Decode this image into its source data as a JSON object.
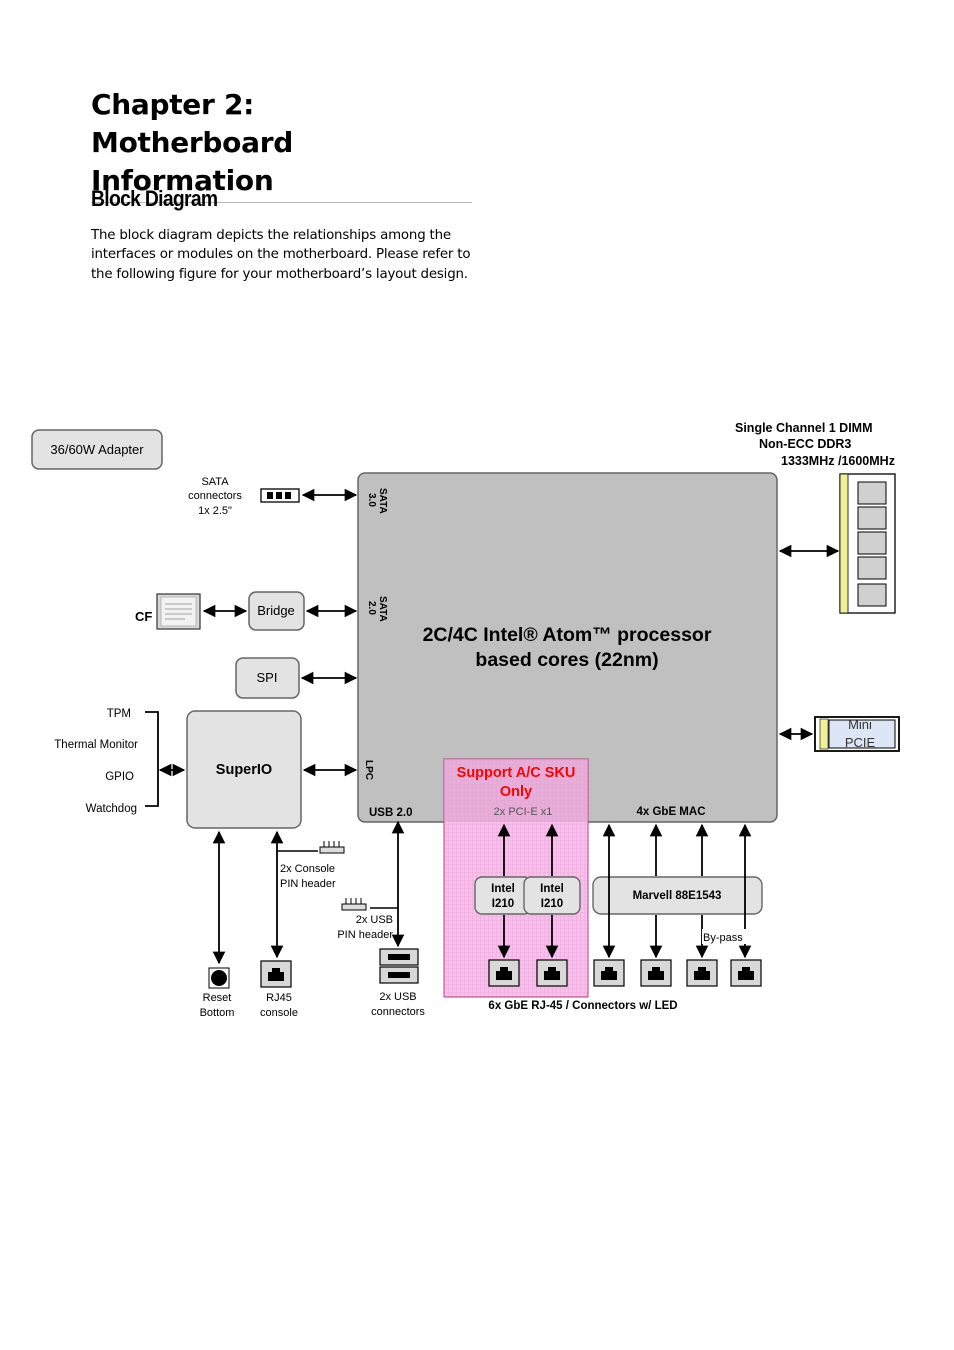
{
  "page": {
    "chapter_line1": "Chapter 2:",
    "chapter_line2": "Motherboard Information",
    "section_title": "Block Diagram",
    "intro": "The block diagram depicts the relationships among the interfaces or modules on the motherboard. Please refer to the following figure for your motherboard’s layout design."
  },
  "diagram": {
    "adapter": "36/60W Adapter",
    "memory": [
      "Single Channel 1 DIMM",
      "Non-ECC DDR3",
      "1333MHz /1600MHz"
    ],
    "sata_conn": [
      "SATA",
      "connectors",
      "1x 2.5\""
    ],
    "sata_port1": [
      "SATA",
      "3.0"
    ],
    "sata_port2": [
      "SATA",
      "2.0"
    ],
    "cf": "CF",
    "bridge": "Bridge",
    "spi": "SPI",
    "processor": [
      "2C/4C Intel® Atom™ processor",
      "based cores (22nm)"
    ],
    "minipcie": [
      "Mini",
      "PCIE"
    ],
    "superio_inputs": [
      "TPM",
      "Thermal Monitor",
      "GPIO",
      "Watchdog"
    ],
    "superio": "SuperIO",
    "lpc": "LPC",
    "usb20": "USB 2.0",
    "sku": [
      "Support A/C SKU",
      "Only"
    ],
    "pcie_x1": "2x PCI-E x1",
    "gbe_mac": "4x GbE MAC",
    "intel_chips": [
      [
        "Intel",
        "I210"
      ],
      [
        "Intel",
        "I210"
      ]
    ],
    "marvell": "Marvell 88E1543",
    "bypass": "By-pass",
    "console_header": [
      "2x Console",
      "PIN header"
    ],
    "usb_header": [
      "2x USB",
      "PIN header"
    ],
    "reset": [
      "Reset",
      "Bottom"
    ],
    "rj45_console": [
      "RJ45",
      "console"
    ],
    "usb_connectors": [
      "2x USB",
      "connectors"
    ],
    "rj45_row": "6x GbE RJ-45 / Connectors w/ LED"
  },
  "colors": {
    "box_fill": "#e3e3e3",
    "processor_fill": "#c0c0c0",
    "sku_fill": "#f6b6e6",
    "sku_text": "#ff0000",
    "memory_slot": "#f0ef95",
    "minipcie_fill": "#dde6f6"
  }
}
